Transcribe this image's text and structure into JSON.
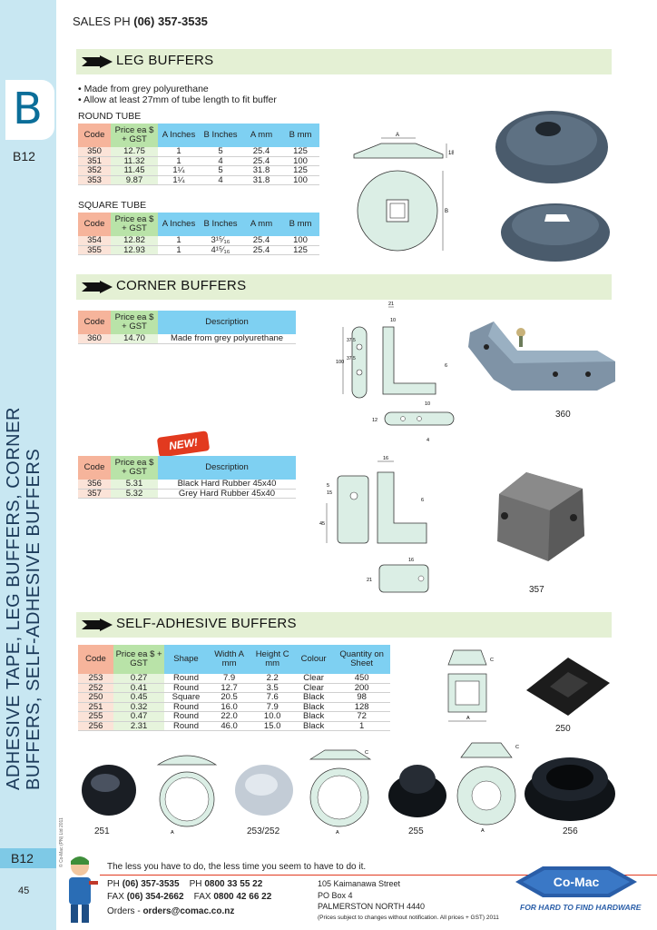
{
  "header": {
    "sales_label": "SALES",
    "ph_label": "PH",
    "phone": "(06) 357-3535"
  },
  "sidebar": {
    "section_letter": "B",
    "page_code_top": "B12",
    "page_code_bottom": "B12",
    "vertical_title": "ADHESIVE TAPE, LEG BUFFERS, CORNER BUFFERS, SELF-ADHESIVE BUFFERS",
    "page_number": "45",
    "copyright": "© Co-Mac (PN) Ltd 2011"
  },
  "leg_buffers": {
    "title": "LEG BUFFERS",
    "bullets": [
      "• Made from grey  polyurethane",
      "• Allow at least 27mm of tube length to fit buffer"
    ],
    "round_label": "ROUND TUBE",
    "square_label": "SQUARE TUBE",
    "columns": [
      "Code",
      "Price ea $ + GST",
      "A Inches",
      "B Inches",
      "A mm",
      "B mm"
    ],
    "round_rows": [
      [
        "350",
        "12.75",
        "1",
        "5",
        "25.4",
        "125"
      ],
      [
        "351",
        "11.32",
        "1",
        "4",
        "25.4",
        "100"
      ],
      [
        "352",
        "11.45",
        "1¼",
        "5",
        "31.8",
        "125"
      ],
      [
        "353",
        "9.87",
        "1¼",
        "4",
        "31.8",
        "100"
      ]
    ],
    "square_rows": [
      [
        "354",
        "12.82",
        "1",
        "3¹⁵⁄₁₆",
        "25.4",
        "100"
      ],
      [
        "355",
        "12.93",
        "1",
        "4¹⁵⁄₁₆",
        "25.4",
        "125"
      ]
    ],
    "dim_labels": {
      "a": "A",
      "b": "B",
      "h": "18"
    }
  },
  "corner_buffers": {
    "title": "CORNER BUFFERS",
    "columns": [
      "Code",
      "Price ea $ + GST",
      "Description"
    ],
    "rows1": [
      [
        "360",
        "14.70",
        "Made from grey polyurethane"
      ]
    ],
    "rows2": [
      [
        "356",
        "5.31",
        "Black Hard Rubber 45x40"
      ],
      [
        "357",
        "5.32",
        "Grey Hard Rubber 45x40"
      ]
    ],
    "new_badge": "NEW!",
    "photo_labels": [
      "360",
      "357"
    ],
    "dims1": {
      "d21": "21",
      "d10": "10",
      "d100": "100",
      "d375a": "37.5",
      "d375b": "37.5",
      "d6": "6",
      "d10b": "10",
      "d4": "4",
      "d12": "12"
    },
    "dims2": {
      "d16": "16",
      "d5": "5",
      "d15": "15",
      "d45": "45",
      "d6": "6",
      "d16b": "16",
      "d21": "21"
    }
  },
  "self_adhesive": {
    "title": "SELF-ADHESIVE BUFFERS",
    "columns": [
      "Code",
      "Price ea $ + GST",
      "Shape",
      "Width A mm",
      "Height C mm",
      "Colour",
      "Quantity on Sheet"
    ],
    "rows": [
      [
        "253",
        "0.27",
        "Round",
        "7.9",
        "2.2",
        "Clear",
        "450"
      ],
      [
        "252",
        "0.41",
        "Round",
        "12.7",
        "3.5",
        "Clear",
        "200"
      ],
      [
        "250",
        "0.45",
        "Square",
        "20.5",
        "7.6",
        "Black",
        "98"
      ],
      [
        "251",
        "0.32",
        "Round",
        "16.0",
        "7.9",
        "Black",
        "128"
      ],
      [
        "255",
        "0.47",
        "Round",
        "22.0",
        "10.0",
        "Black",
        "72"
      ],
      [
        "256",
        "2.31",
        "Round",
        "46.0",
        "15.0",
        "Black",
        "1"
      ]
    ],
    "photo_labels": [
      "250",
      "251",
      "253/252",
      "255",
      "256"
    ],
    "dim_a": "A",
    "dim_c": "C"
  },
  "footer": {
    "tagline": "The less you have to do, the less time you seem to have to do it.",
    "ph_label": "PH",
    "ph": "(06) 357-3535",
    "ph2_label": "PH",
    "ph2": "0800 33 55 22",
    "fax_label": "FAX",
    "fax": "(06) 354-2662",
    "fax2_label": "FAX",
    "fax2": "0800 42 66 22",
    "orders_label": "Orders -",
    "orders_email": "orders@comac.co.nz",
    "address": [
      "105 Kaimanawa Street",
      "PO Box 4",
      "PALMERSTON NORTH 4440"
    ],
    "note": "(Prices subject to changes without notification.  All prices + GST)  2011",
    "logo_text": "Co-Mac",
    "logo_tag": "FOR HARD TO FIND HARDWARE"
  },
  "colors": {
    "sidebar": "#c8e7f2",
    "header_blue": "#7ed0f2",
    "code_orange": "#f6b49b",
    "price_green": "#b9e3a8",
    "section_bg": "#e4f0d4",
    "brand_blue": "#2a5ea8"
  }
}
